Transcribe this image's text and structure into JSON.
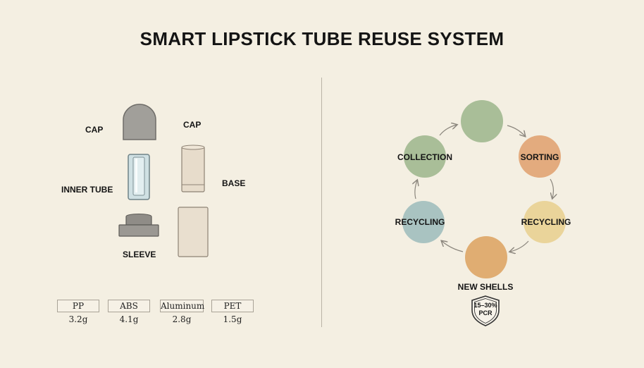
{
  "title": "SMART LIPSTICK TUBE REUSE SYSTEM",
  "components": {
    "cap_left": "CAP",
    "cap_right": "CAP",
    "inner_tube": "INNER TUBE",
    "base": "BASE",
    "sleeve": "SLEEVE"
  },
  "materials": [
    {
      "name": "PP",
      "weight": "3.2g"
    },
    {
      "name": "ABS",
      "weight": "4.1g"
    },
    {
      "name": "Aluminum",
      "weight": "2.8g"
    },
    {
      "name": "PET",
      "weight": "1.5g"
    }
  ],
  "cycle": {
    "nodes": [
      {
        "label": "",
        "color": "#a9be98"
      },
      {
        "label": "SORTING",
        "color": "#e3ab7e"
      },
      {
        "label": "RECYCLING",
        "color": "#ead49a"
      },
      {
        "label": "NEW SHELLS",
        "color": "#e0ad72"
      },
      {
        "label": "RECYCLING",
        "color": "#a9c3c1"
      },
      {
        "label": "COLLECTION",
        "color": "#a9be98"
      }
    ],
    "badge_line1": "15–30%",
    "badge_line2": "PCR"
  },
  "colors": {
    "background": "#f4efe2",
    "cap_fill": "#a19f9a",
    "inner_tube_fill": "#cfe0e3",
    "base_fill": "#e7dccb",
    "sleeve_fill": "#e9dfcf"
  }
}
